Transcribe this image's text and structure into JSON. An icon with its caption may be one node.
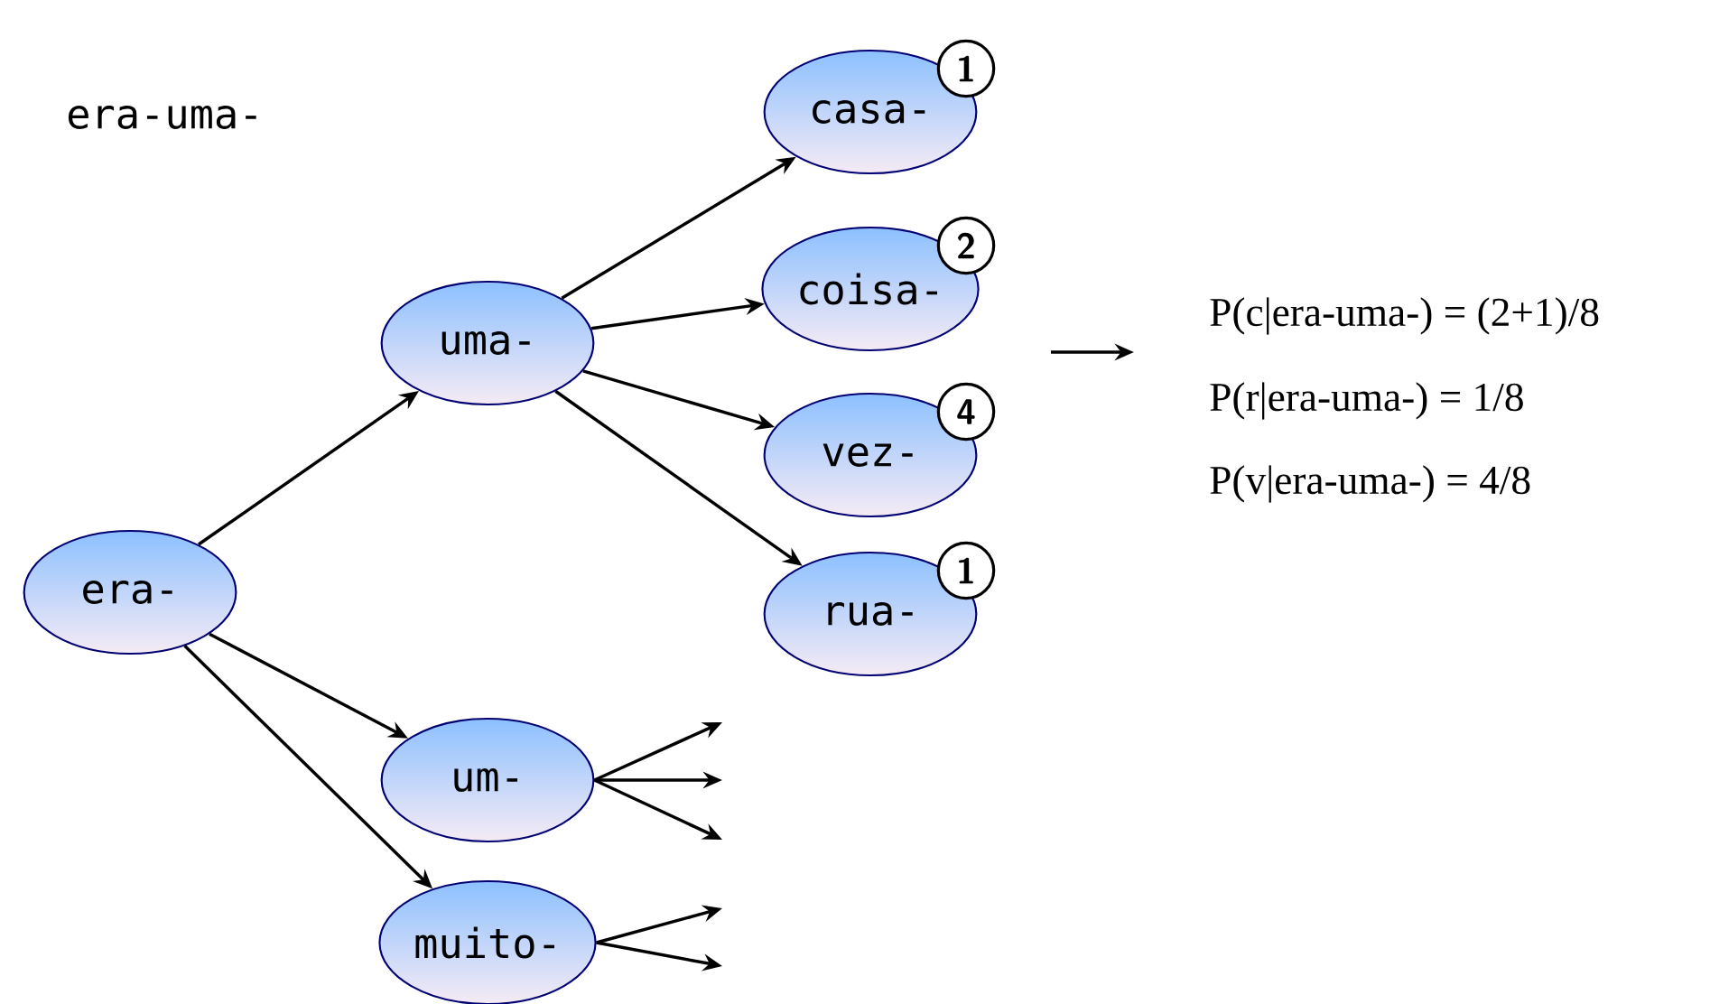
{
  "diagram": {
    "nodes": [
      {
        "text": [
          "era-"
        ]
      },
      {
        "text": [
          "uma-"
        ]
      },
      {
        "text": [
          "um-"
        ]
      },
      {
        "text": [
          "muito-"
        ]
      },
      {
        "text": [
          "casa-",
          "1"
        ]
      },
      {
        "text": [
          "coisa-",
          "2"
        ]
      },
      {
        "text": [
          "vez-",
          "4"
        ]
      },
      {
        "text": [
          "rua-",
          "1"
        ]
      }
    ],
    "edges": [
      {
        "from": 0,
        "to": 1,
        "arrow": "to"
      },
      {
        "from": 0,
        "to": 2,
        "arrow": "to"
      },
      {
        "from": 0,
        "to": 3,
        "arrow": "to"
      },
      {
        "from": 1,
        "to": 4,
        "arrow": "to"
      },
      {
        "from": 1,
        "to": 5,
        "arrow": "to"
      },
      {
        "from": 1,
        "to": 6,
        "arrow": "to"
      },
      {
        "from": 1,
        "to": 7,
        "arrow": "to"
      },
      {
        "from": 2,
        "to": null,
        "arrow": "to"
      },
      {
        "from": 2,
        "to": null,
        "arrow": "to"
      },
      {
        "from": 2,
        "to": null,
        "arrow": "to"
      },
      {
        "from": 3,
        "to": null,
        "arrow": "to"
      },
      {
        "from": 3,
        "to": null,
        "arrow": "to"
      }
    ],
    "labels": [
      "era-uma-",
      "P(c|era-uma-) = (2+1)/8",
      "P(r|era-uma-) = 1/8",
      "P(v|era-uma-) = 4/8"
    ]
  }
}
